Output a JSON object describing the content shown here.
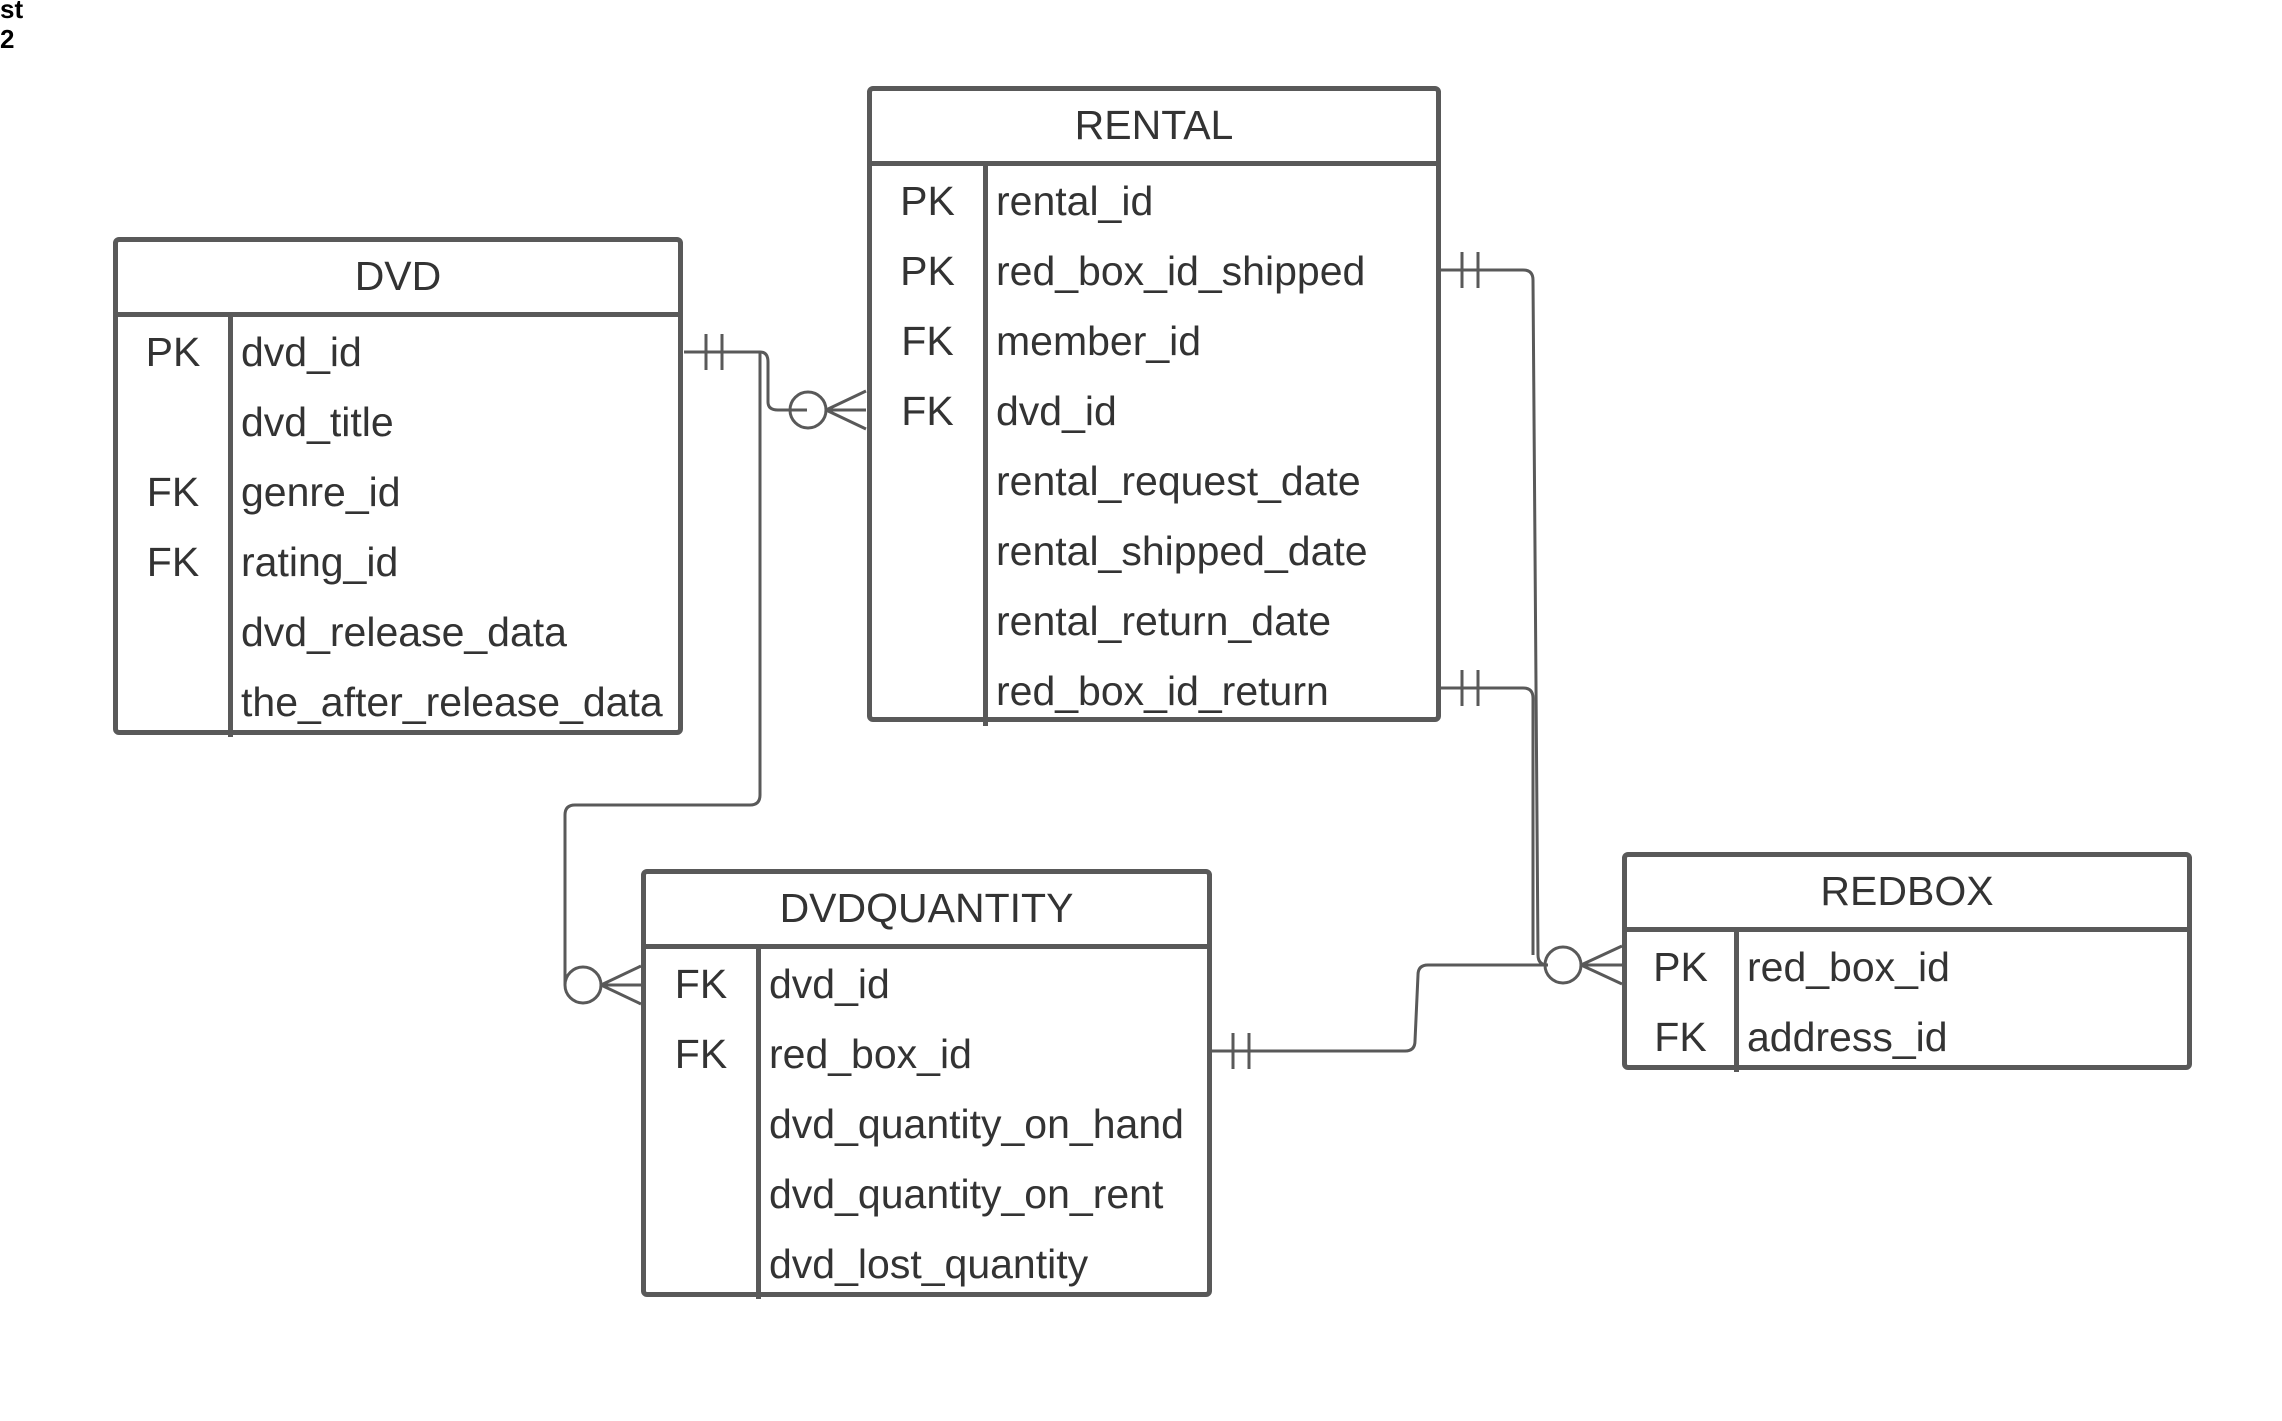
{
  "corner_text": {
    "line1": "st",
    "line2": "2"
  },
  "colors": {
    "line": "#595959",
    "text": "#333333",
    "background": "#ffffff"
  },
  "entities": {
    "dvd": {
      "title": "DVD",
      "rows": [
        {
          "key": "PK",
          "field": "dvd_id"
        },
        {
          "key": "",
          "field": "dvd_title"
        },
        {
          "key": "FK",
          "field": "genre_id"
        },
        {
          "key": "FK",
          "field": "rating_id"
        },
        {
          "key": "",
          "field": "dvd_release_data"
        },
        {
          "key": "",
          "field": "the_after_release_data"
        }
      ]
    },
    "rental": {
      "title": "RENTAL",
      "rows": [
        {
          "key": "PK",
          "field": "rental_id"
        },
        {
          "key": "PK",
          "field": "red_box_id_shipped"
        },
        {
          "key": "FK",
          "field": "member_id"
        },
        {
          "key": "FK",
          "field": "dvd_id"
        },
        {
          "key": "",
          "field": "rental_request_date"
        },
        {
          "key": "",
          "field": "rental_shipped_date"
        },
        {
          "key": "",
          "field": "rental_return_date"
        },
        {
          "key": "",
          "field": "red_box_id_return"
        }
      ]
    },
    "dvdquantity": {
      "title": "DVDQUANTITY",
      "rows": [
        {
          "key": "FK",
          "field": "dvd_id"
        },
        {
          "key": "FK",
          "field": "red_box_id"
        },
        {
          "key": "",
          "field": "dvd_quantity_on_hand"
        },
        {
          "key": "",
          "field": "dvd_quantity_on_rent"
        },
        {
          "key": "",
          "field": "dvd_lost_quantity"
        }
      ]
    },
    "redbox": {
      "title": "REDBOX",
      "rows": [
        {
          "key": "PK",
          "field": "red_box_id"
        },
        {
          "key": "FK",
          "field": "address_id"
        }
      ]
    }
  },
  "relationships": [
    {
      "from": "DVD.dvd_id",
      "from_cardinality": "one-and-only-one",
      "to": "RENTAL.dvd_id",
      "to_cardinality": "zero-or-many"
    },
    {
      "from": "DVD.dvd_id",
      "from_cardinality": "one-and-only-one",
      "to": "DVDQUANTITY.dvd_id",
      "to_cardinality": "zero-or-many"
    },
    {
      "from": "RENTAL.red_box_id_shipped",
      "from_cardinality": "one-and-only-one",
      "to": "REDBOX.red_box_id",
      "to_cardinality": "zero-or-many"
    },
    {
      "from": "RENTAL.red_box_id_return",
      "from_cardinality": "one-and-only-one",
      "to": "REDBOX.red_box_id",
      "to_cardinality": "zero-or-many"
    },
    {
      "from": "DVDQUANTITY.red_box_id",
      "from_cardinality": "one-and-only-one",
      "to": "REDBOX.red_box_id",
      "to_cardinality": "zero-or-many"
    }
  ]
}
